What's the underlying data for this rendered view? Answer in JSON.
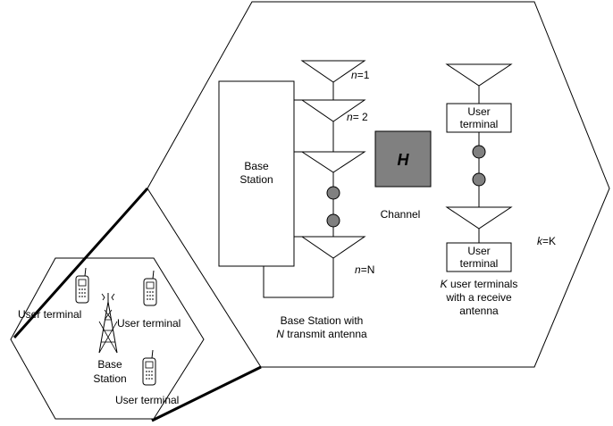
{
  "base_station_label": [
    "Base",
    "Station"
  ],
  "channel_symbol": "H",
  "channel_label": "Channel",
  "antenna_labels": {
    "first": {
      "var": "n",
      "value": "=1"
    },
    "second": {
      "var": "n",
      "value": "= 2"
    },
    "last": {
      "var": "n",
      "value": "=N"
    }
  },
  "user_terminal_box_label": [
    "User",
    "terminal"
  ],
  "k_label": {
    "var": "k",
    "value": "=K"
  },
  "bs_caption": {
    "line1": "Base Station with",
    "line2_var": "N",
    "line2_rest": " transmit antenna"
  },
  "ut_caption": {
    "line1_var": "K",
    "line1_rest": " user terminals",
    "line2": "with a receive",
    "line3": "antenna"
  },
  "small_cell": {
    "user_terminal_label": "User terminal",
    "base_station_label": [
      "Base",
      "Station"
    ]
  },
  "colors": {
    "channel_fill": "#808080",
    "dot_fill": "#808080",
    "line": "#000000"
  }
}
